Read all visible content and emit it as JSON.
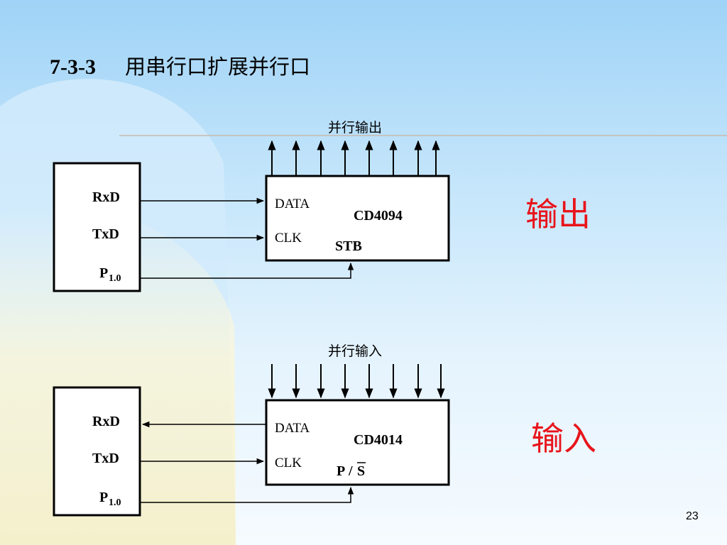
{
  "slide": {
    "title_number": "7-3-3",
    "title_text": "用串行口扩展并行口",
    "page_number": "23"
  },
  "output_circuit": {
    "mcu_pins": [
      "RxD",
      "TxD",
      "P",
      "1.0"
    ],
    "chip_name": "CD4094",
    "chip_pins": [
      "DATA",
      "CLK",
      "STB"
    ],
    "bus_label": "并行输出",
    "side_label": "输出"
  },
  "input_circuit": {
    "mcu_pins": [
      "RxD",
      "TxD",
      "P",
      "1.0"
    ],
    "chip_name": "CD4014",
    "chip_pins": [
      "DATA",
      "CLK",
      "P",
      "/",
      "S"
    ],
    "bus_label": "并行输入",
    "side_label": "输入"
  },
  "colors": {
    "title": "#000000",
    "side_label": "#e8141b",
    "line": "#000000",
    "rule": "#c9b9b0",
    "bg_top": "#9fd3f7",
    "bg_bottom": "#f6fbff",
    "decor_left": "#d2ebfb",
    "decor_yellow": "#fbf6d8"
  }
}
